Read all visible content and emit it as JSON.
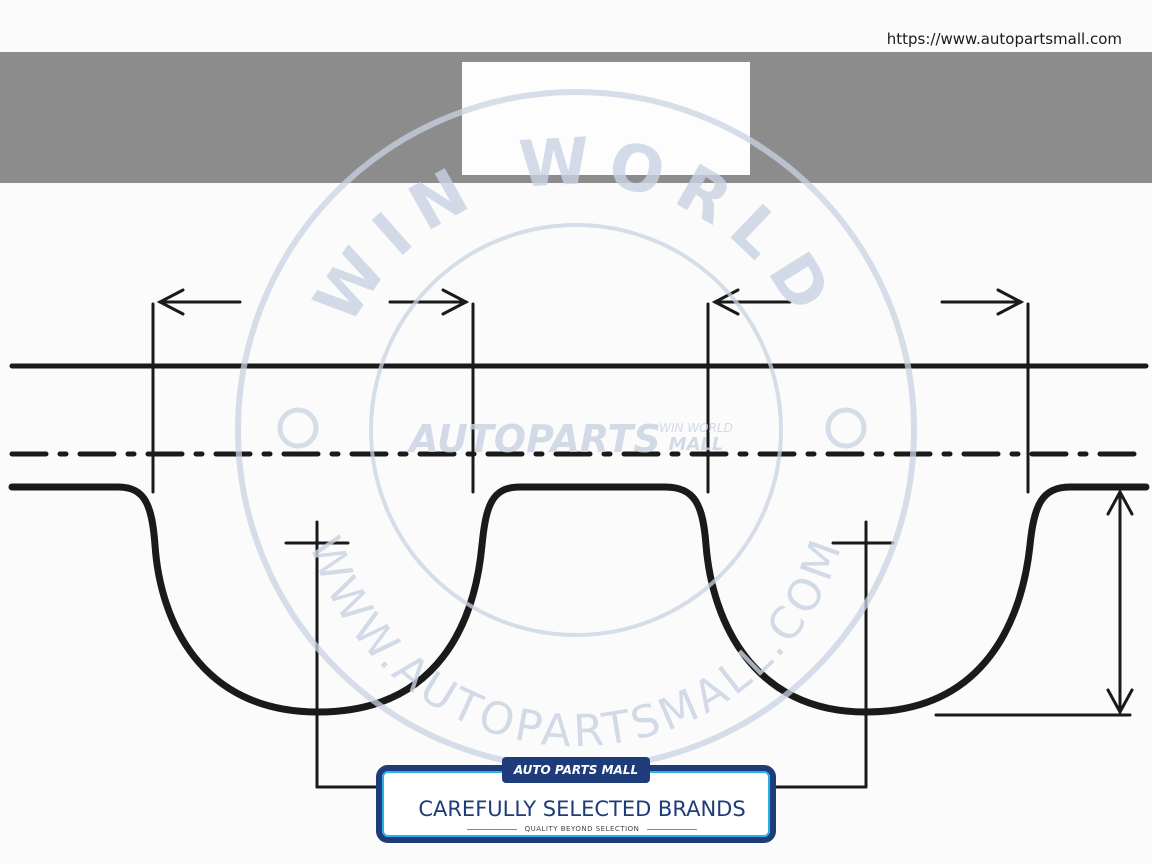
{
  "header": {
    "url": "https://www.autopartsmall.com"
  },
  "watermark": {
    "top_text": "WIN WORLD",
    "center_text": "AUTOPARTS",
    "center_small": "WIN WORLD",
    "center_small2": "MALL",
    "bottom_text": "WWW.AUTOPARTSMALL.COM"
  },
  "badge": {
    "logo_text": "AUTO PARTS MALL",
    "title": "CAREFULLY SELECTED BRANDS",
    "subtitle": "QUALITY BEYOND SELECTION"
  },
  "colors": {
    "band_gray": "#8c8c8c",
    "line_black": "#1a1a1a",
    "watermark": "#c9d3e3",
    "badge_navy": "#1f3c7a",
    "badge_cyan": "#2ab0e8"
  }
}
